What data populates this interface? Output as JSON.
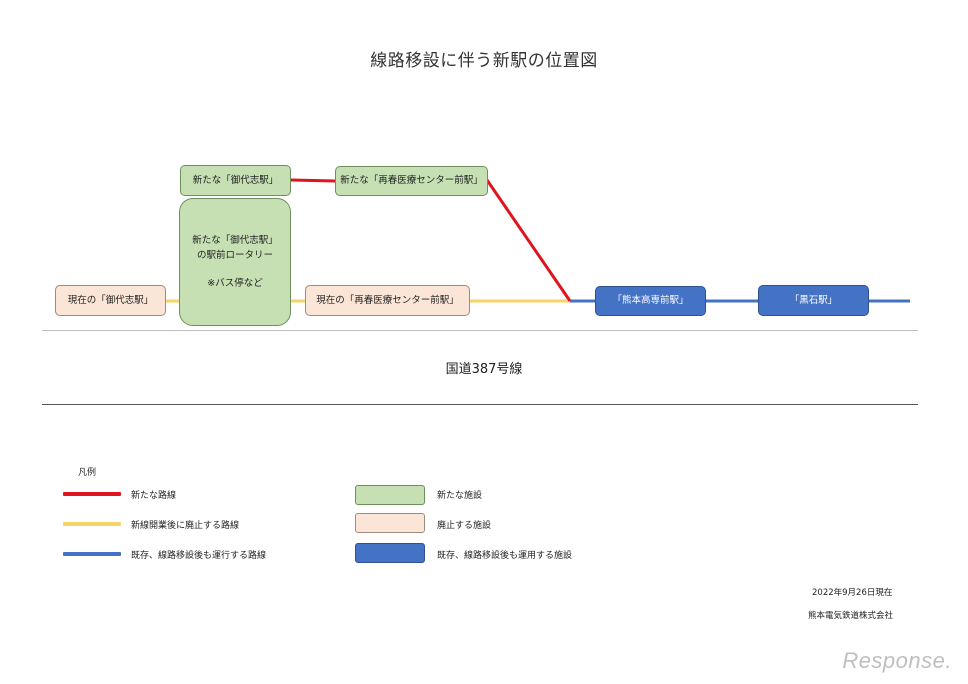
{
  "title": "線路移設に伴う新駅の位置図",
  "colors": {
    "new_line": "#e0141e",
    "abolished_line": "#f7d46a",
    "existing_line": "#4472c4",
    "new_facility": "#c6e0b4",
    "abolished_facility": "#fbe5d6",
    "existing_facility": "#4472c4"
  },
  "stations": {
    "new_mishiro": "新たな「御代志駅」",
    "new_saishun": "新たな「再春医療センター前駅」",
    "rotary_line1": "新たな「御代志駅」",
    "rotary_line2": "の駅前ロータリー",
    "rotary_line3": "※バス停など",
    "current_mishiro": "現在の「御代志駅」",
    "current_saishun": "現在の「再春医療センター前駅」",
    "kumamoto_kosen": "「熊本高専前駅」",
    "kuroishi": "「黒石駅」"
  },
  "road_label": "国道387号線",
  "legend": {
    "title": "凡例",
    "new_line": "新たな路線",
    "abolished_line": "新線開業後に廃止する路線",
    "existing_line": "既存、線路移設後も運行する路線",
    "new_facility": "新たな施設",
    "abolished_facility": "廃止する施設",
    "existing_facility": "既存、線路移設後も運用する施設"
  },
  "date_note": "2022年9月26日現在",
  "company": "熊本電気鉄道株式会社",
  "watermark": "Response."
}
